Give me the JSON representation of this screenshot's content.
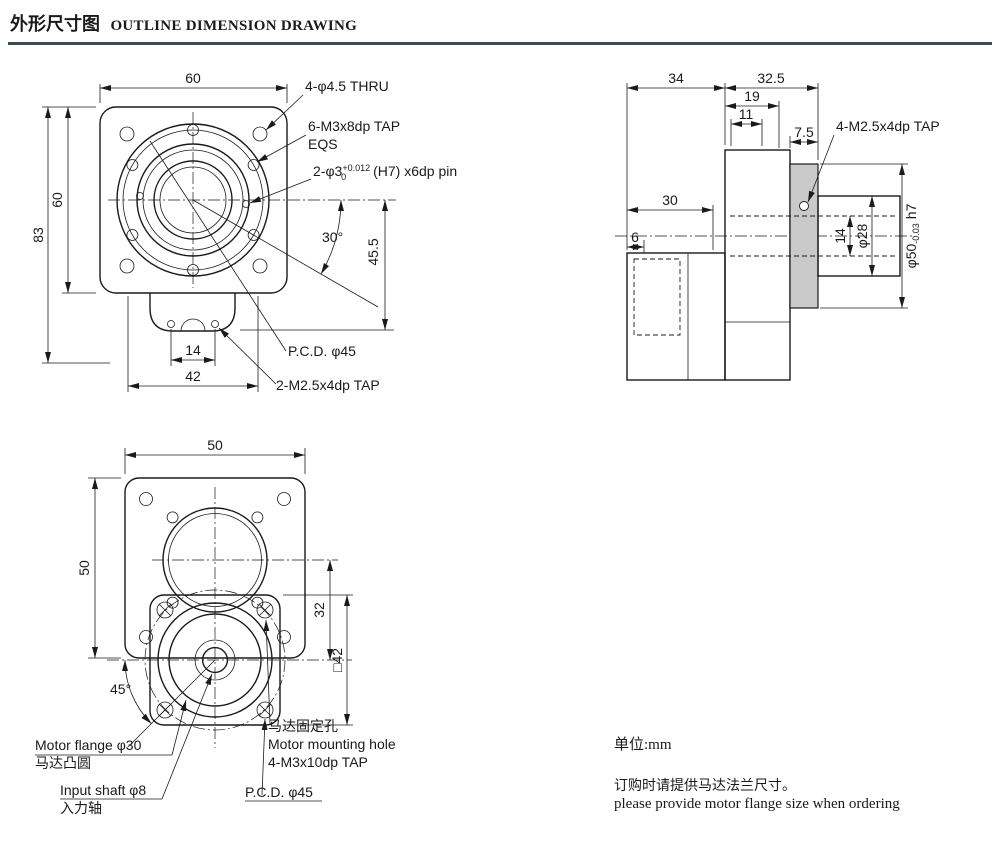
{
  "colors": {
    "rule": "#3c4b58",
    "ink": "#1a1a1a",
    "plate_fill": "#c9c9c9"
  },
  "header": {
    "title_cn": "外形尺寸图",
    "title_en": "OUTLINE DIMENSION DRAWING"
  },
  "front_view": {
    "dim_width_top": "60",
    "dim_height_left": "60",
    "dim_total_height": "83",
    "label_corner_holes": "4-φ4.5 THRU",
    "label_tap_holes": "6-M3x8dp TAP",
    "label_tap_holes_2": "EQS",
    "label_pin_prefix": "2-φ3",
    "label_pin_tol_upper": "+0.012",
    "label_pin_tol_lower": "0",
    "label_pin_suffix": "(H7) x6dp pin",
    "dim_angle": "30°",
    "dim_center_to_bottom": "45.5",
    "label_pcd": "P.C.D. φ45",
    "label_bottom_taps": "2-M2.5x4dp TAP",
    "dim_hole_spacing": "14",
    "dim_bottom_width": "42"
  },
  "side_view": {
    "dim_body_depth": "34",
    "dim_front_depth": "32.5",
    "dim_19": "19",
    "dim_11": "11",
    "dim_7_5": "7.5",
    "label_taps": "4-M2.5x4dp TAP",
    "dim_30": "30",
    "dim_6": "6",
    "dim_bore": "14",
    "dim_shaft": "φ28",
    "dim_spigot": "φ50",
    "dim_spigot_tol": "-0.03",
    "dim_spigot_fit": "h7"
  },
  "bottom_view": {
    "dim_width_top": "50",
    "dim_height_left": "50",
    "dim_offset": "32",
    "dim_square": "□42",
    "dim_angle": "45°",
    "label_motor_flange_en": "Motor flange φ30",
    "label_motor_flange_cn": "马达凸圆",
    "label_input_shaft_en": "Input shaft φ8",
    "label_input_shaft_cn": "入力轴",
    "label_pcd": "P.C.D. φ45",
    "label_mounting_cn": "马达固定孔",
    "label_mounting_en": "Motor mounting hole",
    "label_mounting_tap": "4-M3x10dp TAP"
  },
  "notes": {
    "unit": "单位:mm",
    "order_cn": "订购时请提供马达法兰尺寸。",
    "order_en": "please provide motor flange size when ordering"
  }
}
